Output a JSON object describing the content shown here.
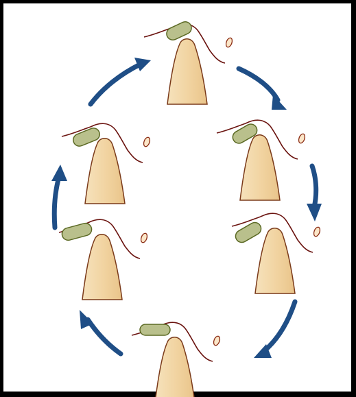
{
  "diagram": {
    "stages": [
      {
        "id": "top"
      },
      {
        "id": "right-upper"
      },
      {
        "id": "right-lower"
      },
      {
        "id": "bottom"
      },
      {
        "id": "left-lower"
      },
      {
        "id": "left-upper"
      }
    ],
    "arrows_direction": "clockwise",
    "colors": {
      "frame": "#000000",
      "background": "#ffffff",
      "arrow": "#1f4e86",
      "tooth_fill": "#f3d9a8",
      "tooth_stroke": "#7a3a1a",
      "gum_line": "#6b1410",
      "disc_fill": "#b9c08c",
      "disc_stroke": "#5c6a25",
      "small_oval_fill": "#fbe6c8",
      "small_oval_stroke": "#8a2a12"
    }
  }
}
